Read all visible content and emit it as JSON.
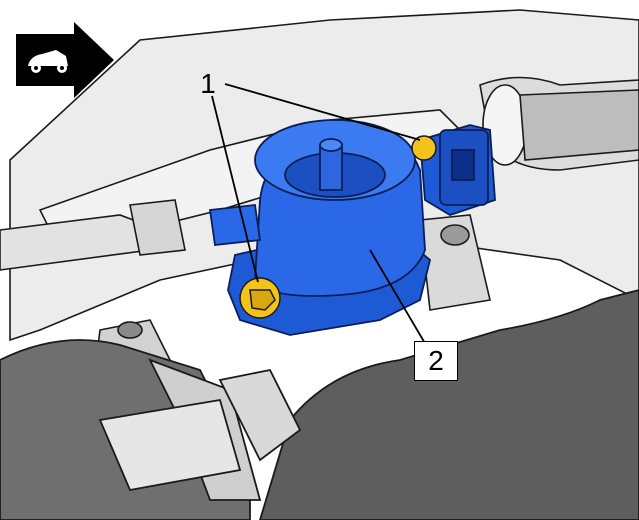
{
  "callouts": [
    {
      "label": "1",
      "part": "bolts"
    },
    {
      "label": "2",
      "part": "fuel-pump"
    }
  ],
  "colors": {
    "part_highlight": "#1f5ad6",
    "part_dark": "#0c2f8a",
    "bolt": "#f3c21b",
    "engine_light": "#e9e9e9",
    "engine_mid": "#cfcfcf",
    "engine_dark": "#6f6f6f",
    "line": "#1a1a1a"
  },
  "icons": {
    "orientation_badge": "front-of-vehicle-arrow-icon"
  }
}
